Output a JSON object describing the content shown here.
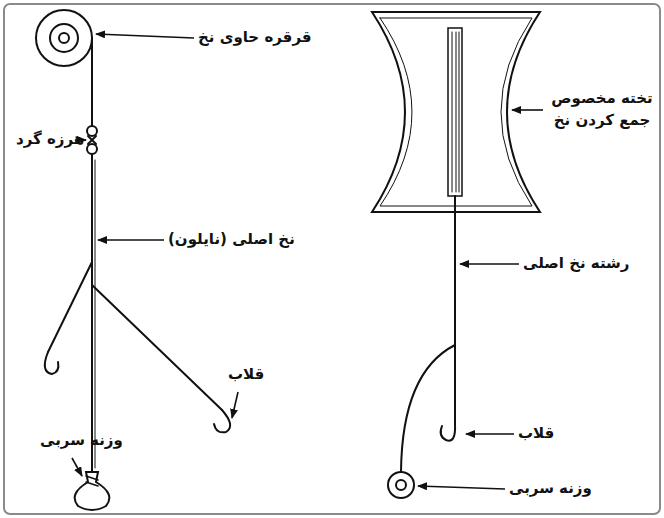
{
  "diagram": {
    "labels": [
      "قرقره حاوی نخ",
      "هرزه گرد",
      "نخ اصلی (نایلون)",
      "قلاب",
      "وزنه سربی",
      "تخته مخصوص جمع کردن نخ",
      "رشته نخ اصلی",
      "قلاب",
      "وزنه سربی"
    ]
  }
}
